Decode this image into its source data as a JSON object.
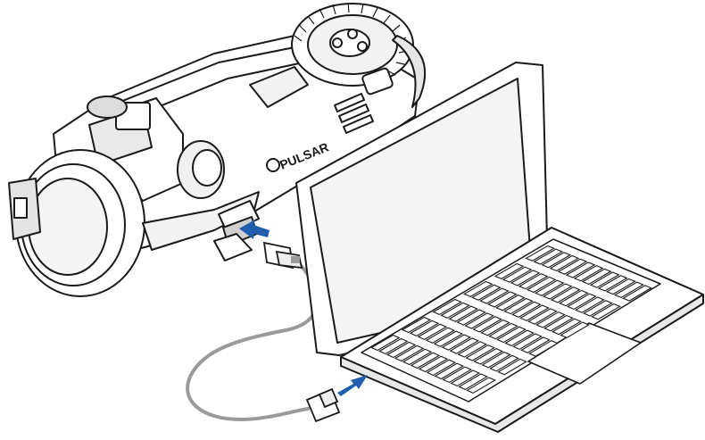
{
  "illustration": {
    "brand_text": "PULSAR",
    "colors": {
      "outline": "#1a1a1a",
      "fill": "#ffffff",
      "shade": "#d9d9d9",
      "screen": "#f4f4f4",
      "cable": "#9a9a9a",
      "arrow": "#1f5fae"
    },
    "icons": [
      "thermal-scope-device",
      "usb-port",
      "usb-connector",
      "usb-cable",
      "laptop",
      "insert-arrow"
    ]
  }
}
